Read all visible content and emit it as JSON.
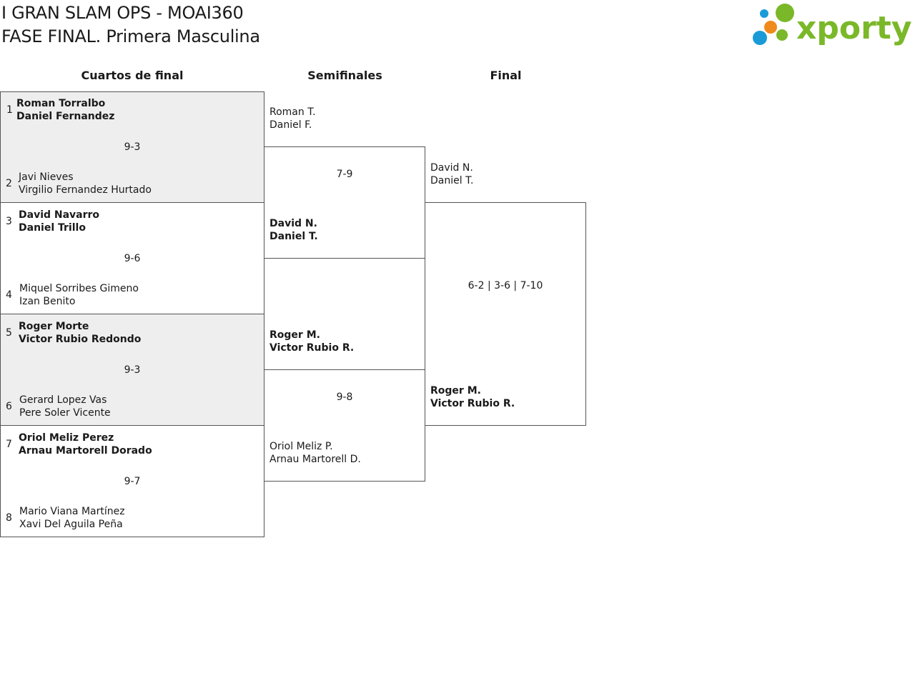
{
  "header": {
    "title_line1": "I GRAN SLAM OPS - MOAI360",
    "title_line2": "FASE FINAL. Primera Masculina",
    "logo_text": "xporty"
  },
  "colors": {
    "logo_green": "#7ab829",
    "logo_blue": "#1a9bd7",
    "logo_orange": "#f08a1c",
    "panel_grey": "#eeeeee"
  },
  "rounds": {
    "qf": "Cuartos de final",
    "sf": "Semifinales",
    "final": "Final"
  },
  "qf": [
    {
      "seed_a": "1",
      "a1": "Roman Torralbo",
      "a2": "Daniel Fernandez",
      "score": "9-3",
      "seed_b": "2",
      "b1": "Javi Nieves",
      "b2": "Virgilio Fernandez Hurtado"
    },
    {
      "seed_a": "3",
      "a1": "David Navarro",
      "a2": "Daniel Trillo",
      "score": "9-6",
      "seed_b": "4",
      "b1": "Miquel Sorribes Gimeno",
      "b2": "Izan Benito"
    },
    {
      "seed_a": "5",
      "a1": "Roger Morte",
      "a2": "Victor Rubio Redondo",
      "score": "9-3",
      "seed_b": "6",
      "b1": "Gerard Lopez Vas",
      "b2": "Pere Soler Vicente"
    },
    {
      "seed_a": "7",
      "a1": "Oriol Meliz Perez",
      "a2": "Arnau Martorell Dorado",
      "score": "9-7",
      "seed_b": "8",
      "b1": "Mario Viana Martínez",
      "b2": "Xavi Del Aguila Peña"
    }
  ],
  "sf": [
    {
      "a1": "Roman T.",
      "a2": "Daniel F.",
      "score": "7-9",
      "b1": "David N.",
      "b2": "Daniel T."
    },
    {
      "a1": "Roger M.",
      "a2": "Victor Rubio R.",
      "score": "9-8",
      "b1": "Oriol Meliz P.",
      "b2": "Arnau Martorell D."
    }
  ],
  "final": {
    "a1": "David N.",
    "a2": "Daniel T.",
    "score": "6-2 | 3-6 | 7-10",
    "b1": "Roger M.",
    "b2": "Victor Rubio R."
  }
}
